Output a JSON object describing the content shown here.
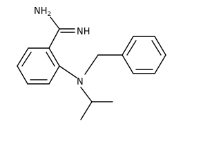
{
  "structure": {
    "labels": {
      "amino": "NH",
      "amino_subscript": "2",
      "imino": "NH",
      "amine": "N"
    }
  }
}
